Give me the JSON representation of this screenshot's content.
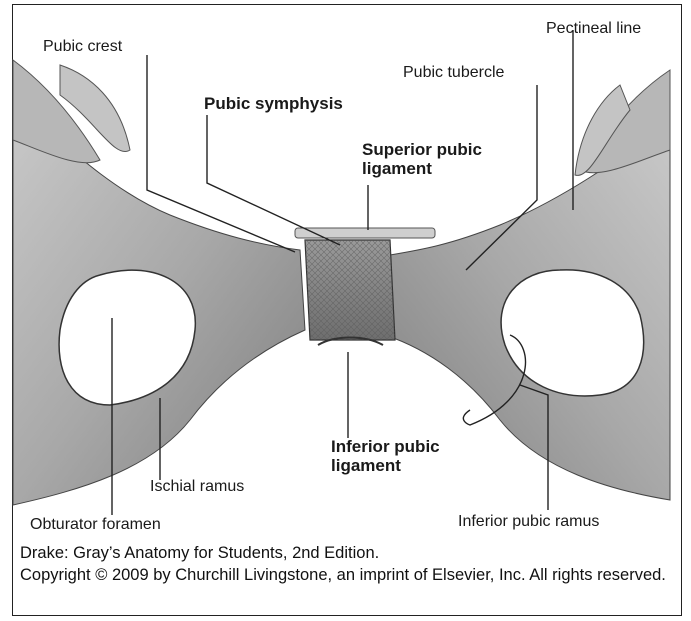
{
  "labels": {
    "pubic_crest": "Pubic crest",
    "pectineal_line": "Pectineal line",
    "pubic_tubercle": "Pubic tubercle",
    "pubic_symphysis": "Pubic symphysis",
    "superior_pubic_ligament_1": "Superior pubic",
    "superior_pubic_ligament_2": "ligament",
    "inferior_pubic_ligament_1": "Inferior pubic",
    "inferior_pubic_ligament_2": "ligament",
    "ischial_ramus": "Ischial ramus",
    "obturator_foramen": "Obturator foramen",
    "inferior_pubic_ramus": "Inferior pubic ramus"
  },
  "caption": {
    "line1": "Drake: Gray’s Anatomy for Students, 2nd Edition.",
    "line2": "Copyright © 2009 by Churchill Livingstone, an imprint of Elsevier, Inc. All rights reserved."
  }
}
